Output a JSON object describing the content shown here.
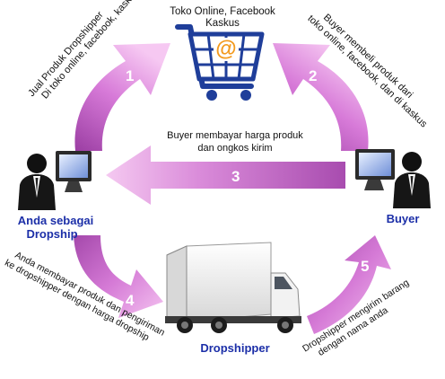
{
  "shop": {
    "title_line1": "Toko Online, Facebook",
    "title_line2": "Kaskus",
    "at_symbol": "@",
    "icon": "shopping-cart-icon"
  },
  "steps": [
    {
      "number": "1",
      "text_line1": "Jual Produk Dropshipper",
      "text_line2": "Di toko online, facebook, kaskus"
    },
    {
      "number": "2",
      "text_line1": "Buyer membeli produk dari",
      "text_line2": "toko online, facebook, dan di kaskus"
    },
    {
      "number": "3",
      "text_line1": "Buyer membayar harga produk",
      "text_line2": "dan ongkos kirim"
    },
    {
      "number": "4",
      "text_line1": "Anda membayar produk dan pengiriman",
      "text_line2": "ke dropshipper dengan harga dropship"
    },
    {
      "number": "5",
      "text_line1": "Dropshipper mengirim barang",
      "text_line2": "dengan nama anda"
    }
  ],
  "actors": {
    "you_line1": "Anda sebagai",
    "you_line2": "Dropship",
    "buyer": "Buyer",
    "dropshipper": "Dropshipper"
  },
  "colors": {
    "arrow_light": "#f6c8f2",
    "arrow_mid": "#d77ad8",
    "arrow_dark": "#9b3ea3",
    "label_blue": "#1c2fa8",
    "cart_blue": "#1f3e9a",
    "cart_orange": "#f39a1e"
  }
}
